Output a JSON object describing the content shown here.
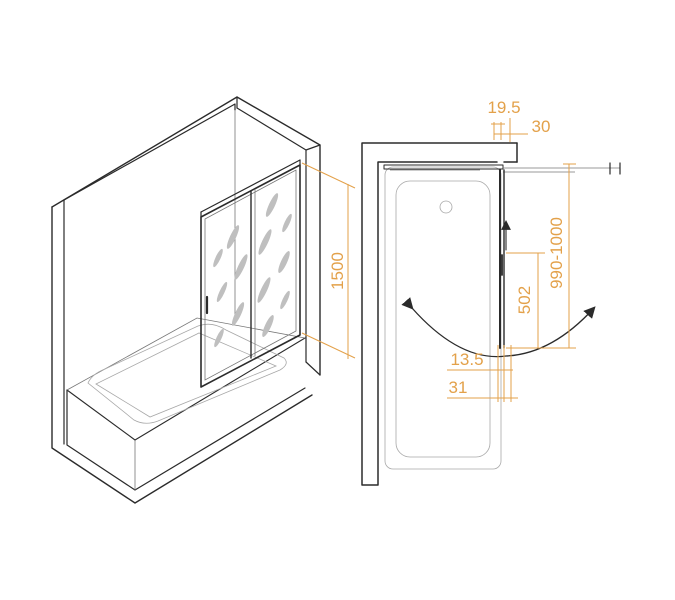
{
  "colors": {
    "outline": "#2b2b2b",
    "dimension": "#e3a14a",
    "pattern": "#bfbfbf"
  },
  "dimensions": {
    "height": "1500",
    "top_offset_a": "19.5",
    "top_offset_b": "30",
    "swing_range": "990-1000",
    "panel_width": "502",
    "bottom_offset_a": "13.5",
    "bottom_offset_b": "31"
  }
}
